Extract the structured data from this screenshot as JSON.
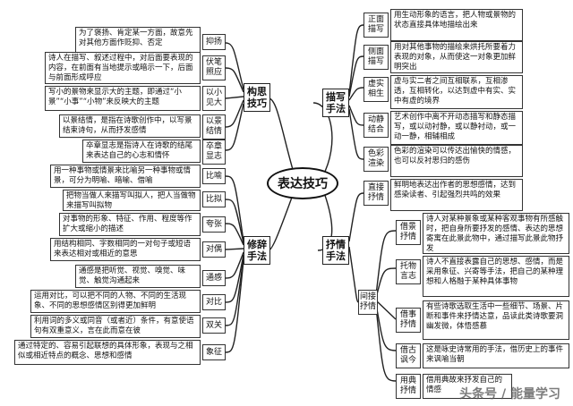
{
  "center": "表达技巧",
  "branches": {
    "gousi": "构思技巧",
    "xiuci": "修辞手法",
    "miaoxie": "描写手法",
    "shuqing": "抒情手法"
  },
  "gousi_items": [
    {
      "label": "抑扬",
      "desc": "为了褒扬、肯定某一方面，故意先对其他方面作贬抑、否定"
    },
    {
      "label": "伏笔照应",
      "desc": "诗人在描写、叙述过程中，对后面要表现的内容，在前面有当地提示或暗示一下，后面与前面形成呼应"
    },
    {
      "label": "以小见大",
      "desc": "写小的景物来显示大的主题，即通过“小景”“小事”“小物”来反映大的主题"
    },
    {
      "label": "以景结情",
      "desc": "以景结情，是指在诗歌创作中，以写景结束诗句，从而抒发感情"
    },
    {
      "label": "卒章显志",
      "desc": "卒章显志是指诗人在诗歌的结尾来表达自己的心志和情怀"
    }
  ],
  "xiuci_items": [
    {
      "label": "比喻",
      "desc": "用一种事物或情景来比喻另一种事物或情景，可分为明喻、暗喻、借喻"
    },
    {
      "label": "比拟",
      "desc": "把物当做人来描写叫拟人，把人当做物来描写叫拟物"
    },
    {
      "label": "夸张",
      "desc": "对事物的形象、特征、作用、程度等作扩大或缩小的描述"
    },
    {
      "label": "对偶",
      "desc": "用结构相同、字数相同的一对句子或短语来表达相对或相近的意思"
    },
    {
      "label": "通感",
      "desc": "通感是把听觉、视觉、嗅觉、味觉、触觉沟通起来"
    },
    {
      "label": "对比",
      "desc": "运用对比，可以把不同的人物、不同的生活现象、不同的思想感情区别得更加鲜明"
    },
    {
      "label": "双关",
      "desc": "利用词的多义或同音（或者近）条件，有意使语句有双重意义，言在此而意在彼"
    },
    {
      "label": "象征",
      "desc": "通过特定的、容易引起联想的具体形象，表现与之相似或相近特点的概念、思想和感情"
    }
  ],
  "miaoxie_items": [
    {
      "label": "正面描写",
      "desc": "用生动形象的语言，把人物或景物的状态直接具体地描绘出来"
    },
    {
      "label": "侧面描写",
      "desc": "用对其他事物的描绘来烘托所要着力表现的对象，从而使这一对象更加鲜明突出"
    },
    {
      "label": "虚实相生",
      "desc": "虚与实二者之间互相联系，互相渗透，互相转化，以达到虚中有实、实中有虚的境界"
    },
    {
      "label": "动静结合",
      "desc": "艺术创作中离不开动态描写和静态描写，或以动衬静，或以静衬动，或一动一静，相辅相成"
    },
    {
      "label": "色彩渲染",
      "desc": "色彩的渲染可以传达出愉快的情感，也可以反衬思归的感伤"
    }
  ],
  "shuqing_items": [
    {
      "label": "直接抒情",
      "desc": "鲜明地表达出作者的思想感情，达到感染读者、引起强烈共鸣的效果"
    },
    {
      "label": "借景抒情",
      "desc": "诗人对某种景象或某种客观事物有所感触时，把自身所要抒发的感情、表达的思想寄寓在此景此物中，通过描写此景此物抒发"
    },
    {
      "label": "托物言志",
      "desc": "诗人不直接表露自己的思想、感情，而是采用象征、兴寄等手法，把自己的某种理想和人格融于某种具体事物"
    },
    {
      "label": "借事抒情",
      "desc": "有些诗歌选取生活中一些细节、场景、片断和事件来抒情达意，品读此类诗歌要洞幽发微，体悟感慕"
    },
    {
      "label": "借古讽今",
      "desc": "这是咏史诗常用的手法，借历史上的事件来讽喻当朝"
    },
    {
      "label": "用典抒情",
      "desc": "借用典故来抒发自己的情感"
    }
  ],
  "indirect_label": "间接抒情",
  "watermark": "头条号 / 能量学习"
}
